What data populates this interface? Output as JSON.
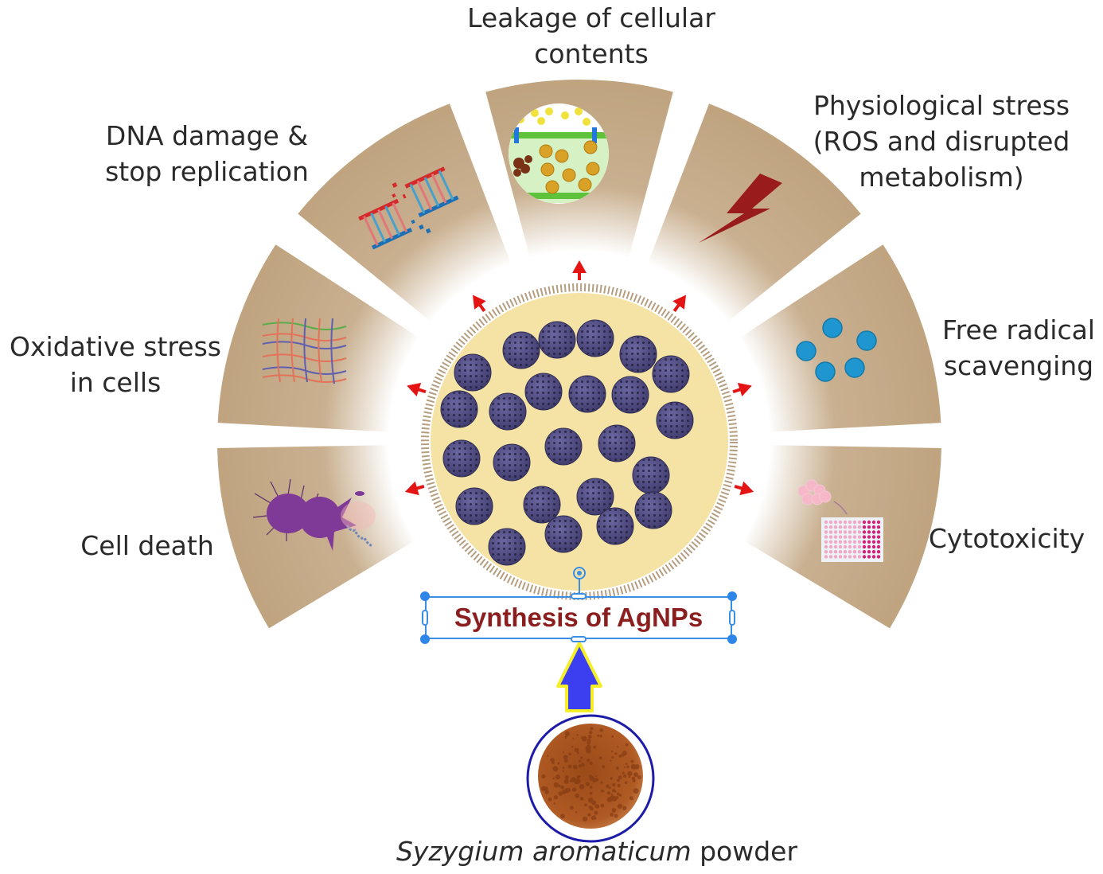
{
  "title": "Synthesis of AgNPs",
  "source": {
    "species_italic": "Syzygium aromaticum",
    "suffix": " powder"
  },
  "colors": {
    "segment": "#c2a785",
    "core_fill": "#f4e3a4",
    "core_spikes": "#b39c80",
    "nanoparticle": "#4e4a7e",
    "arrow_red": "#e41414",
    "arrow_blue": "#3b3ff0",
    "arrow_outline": "#f5ef2a",
    "title_text": "#8b1f1f",
    "selection_blue": "#3a8ee6",
    "powder_ring": "#1c1ca8",
    "powder": "#a4521e"
  },
  "effects": [
    {
      "id": "cell-death",
      "label": "Cell death",
      "icon": "bacteria-lysis-icon"
    },
    {
      "id": "oxidative-stress",
      "label": "Oxidative stress\nin cells",
      "icon": "protein-mesh-icon"
    },
    {
      "id": "dna-damage",
      "label": "DNA damage &\nstop replication",
      "icon": "broken-dna-icon"
    },
    {
      "id": "leakage",
      "label": "Leakage of cellular\ncontents",
      "icon": "membrane-leakage-icon"
    },
    {
      "id": "physiological-stress",
      "label": "Physiological stress\n(ROS and disrupted\nmetabolism)",
      "icon": "lightning-bolt-icon"
    },
    {
      "id": "free-radical",
      "label": "Free radical\nscavenging",
      "icon": "radical-molecules-icon"
    },
    {
      "id": "cytotoxicity",
      "label": "Cytotoxicity",
      "icon": "cell-plate-assay-icon"
    }
  ]
}
